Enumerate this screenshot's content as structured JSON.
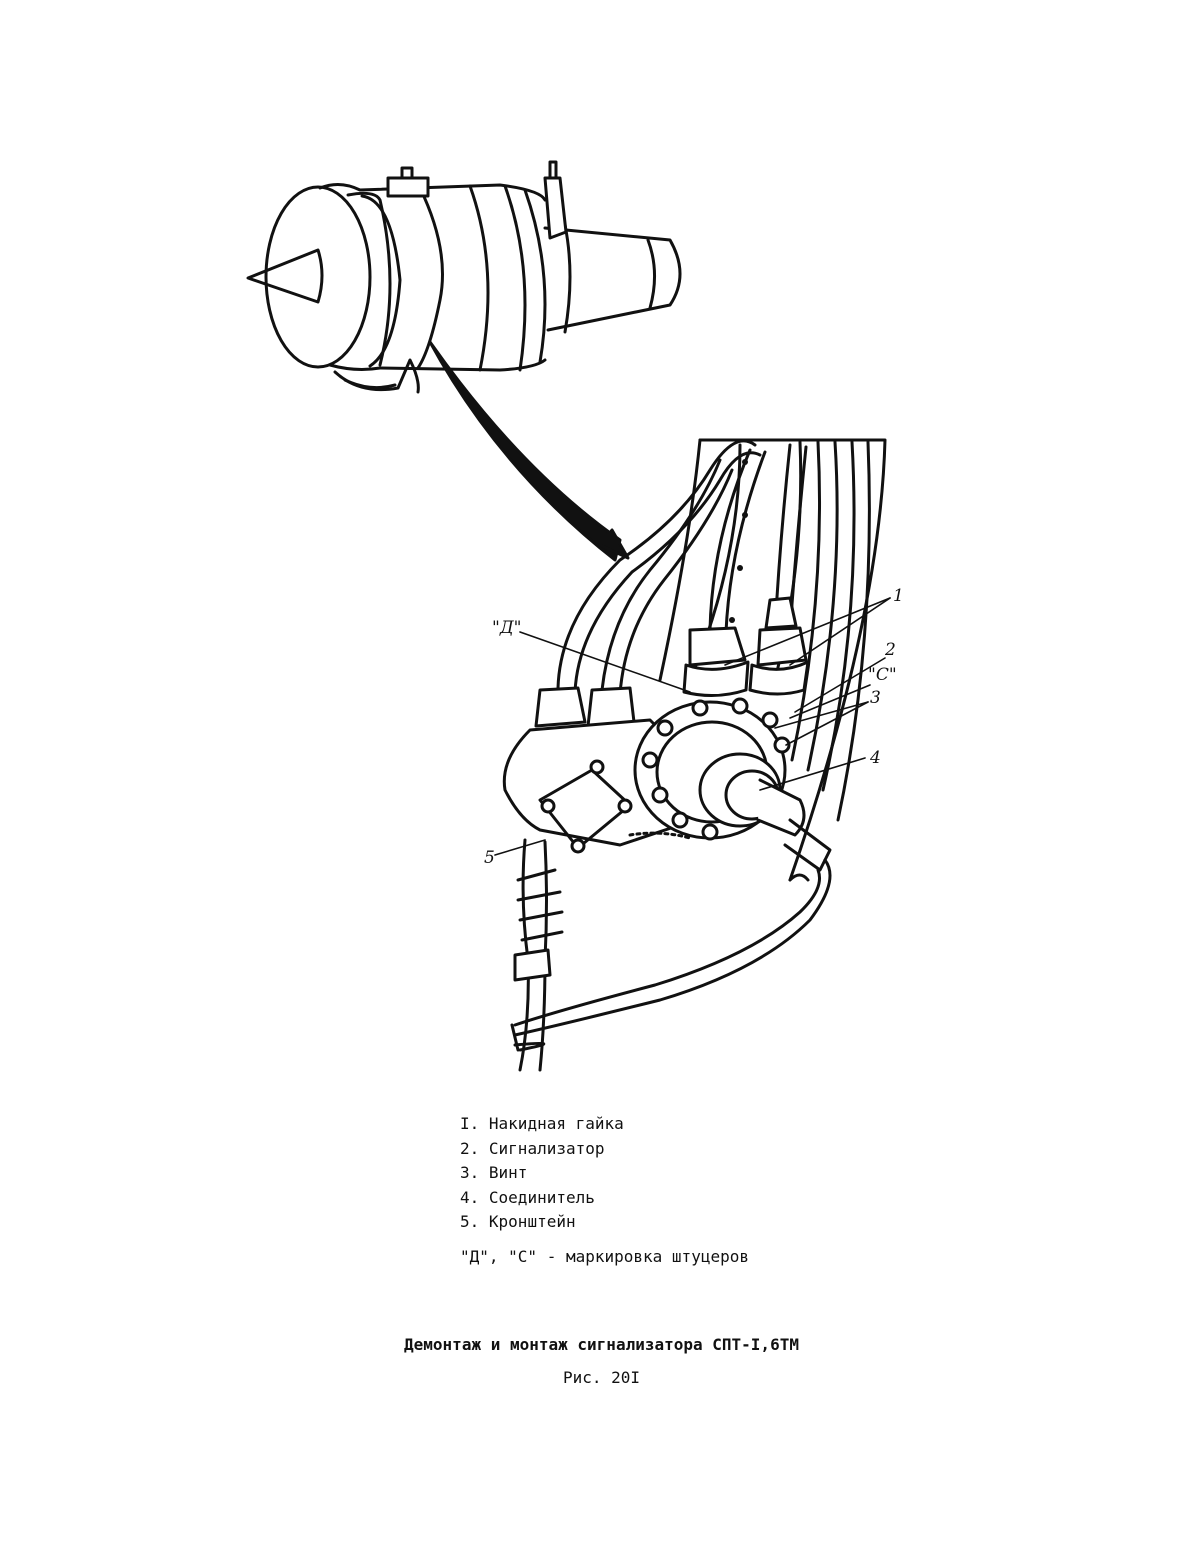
{
  "callouts": {
    "label_1": "1",
    "label_2": "2",
    "label_d": "\"Д\"",
    "label_c": "\"С\"",
    "label_3": "3",
    "label_4": "4",
    "label_5": "5"
  },
  "legend": {
    "items": [
      {
        "num": "I.",
        "text": "Накидная гайка"
      },
      {
        "num": "2.",
        "text": "Сигнализатор"
      },
      {
        "num": "3.",
        "text": "Винт"
      },
      {
        "num": "4.",
        "text": "Соединитель"
      },
      {
        "num": "5.",
        "text": "Кронштейн"
      }
    ],
    "marking_note": "\"Д\", \"С\" - маркировка штуцеров"
  },
  "caption": {
    "title": "Демонтаж и монтаж сигнализатора СПТ-I,6ТМ",
    "figure_number": "Рис. 20I"
  }
}
